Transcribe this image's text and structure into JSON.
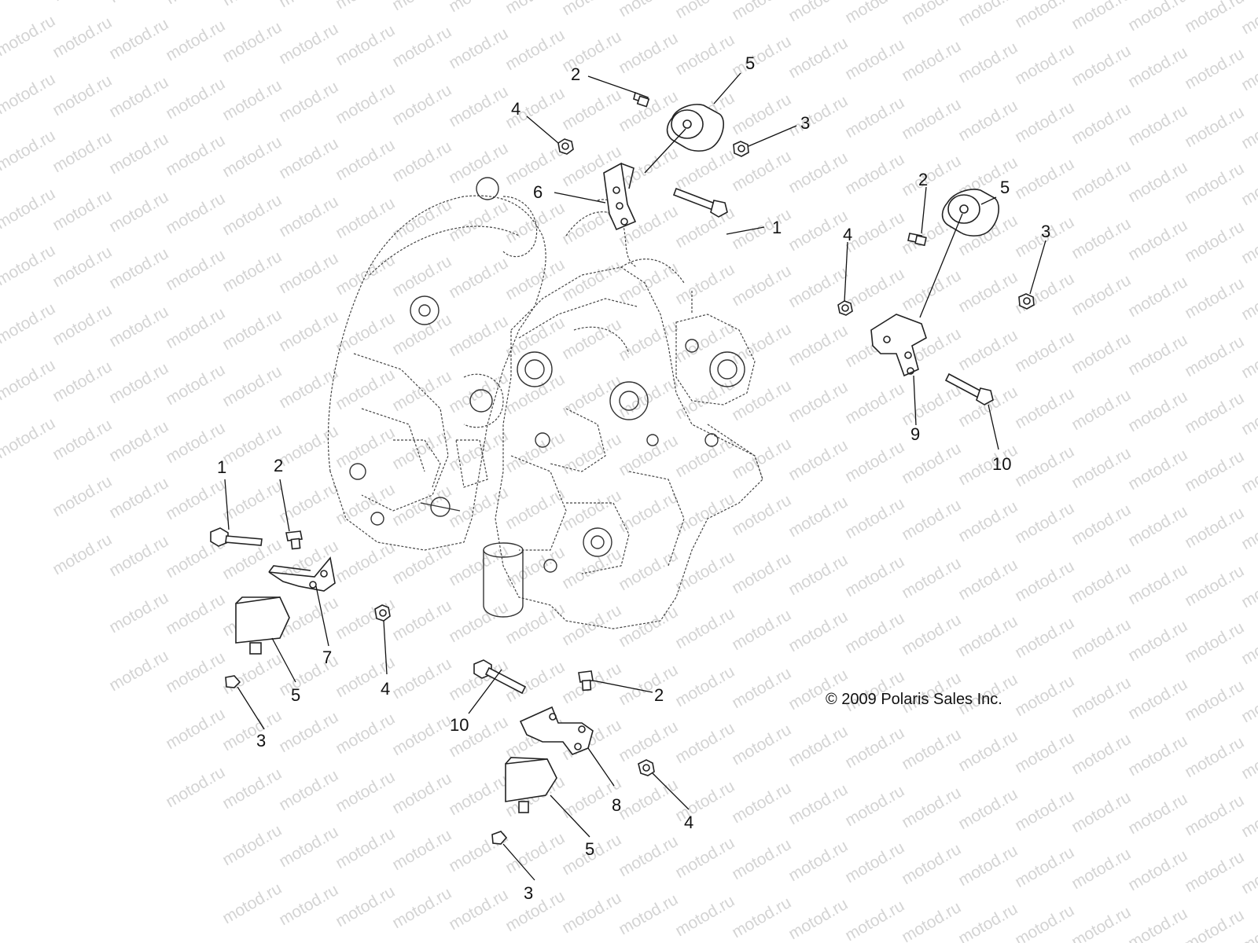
{
  "diagram": {
    "watermark_text": "motod.ru",
    "copyright": "© 2009 Polaris Sales Inc.",
    "callouts": {
      "c1a": "1",
      "c1b": "1",
      "c2a": "2",
      "c2b": "2",
      "c2c": "2",
      "c2d": "2",
      "c3a": "3",
      "c3b": "3",
      "c3c": "3",
      "c3d": "3",
      "c4a": "4",
      "c4b": "4",
      "c4c": "4",
      "c4d": "4",
      "c5a": "5",
      "c5b": "5",
      "c5c": "5",
      "c5d": "5",
      "c6": "6",
      "c7": "7",
      "c8": "8",
      "c9": "9",
      "c10a": "10",
      "c10b": "10"
    }
  }
}
